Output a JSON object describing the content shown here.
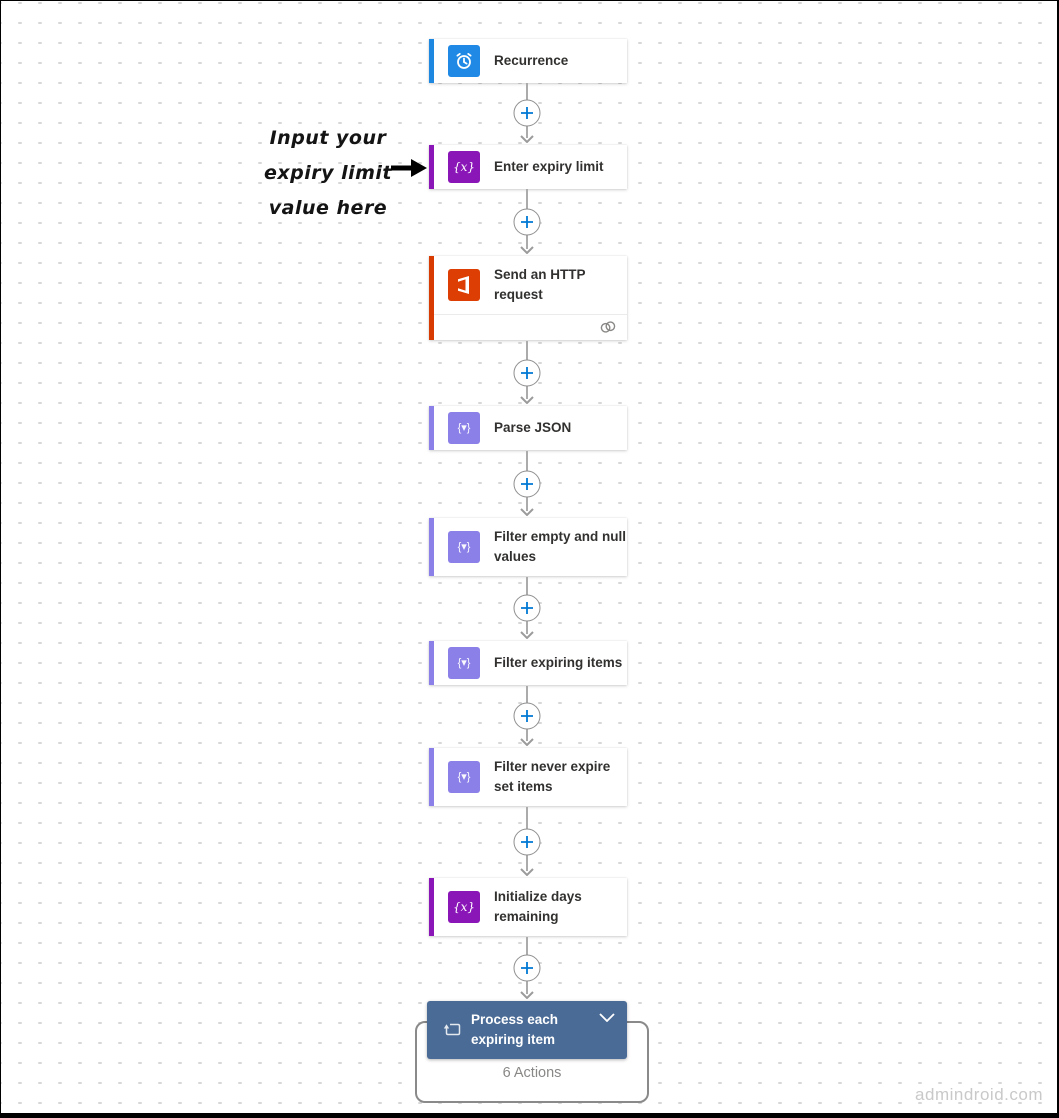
{
  "annotation": {
    "lines": [
      "Input your",
      "expiry limit",
      "value here"
    ],
    "arrow_icon": "thick-right-arrow"
  },
  "flow": {
    "steps": [
      {
        "title": "Recurrence",
        "icon": "recurrence-clock-icon",
        "accent_color": "#1E87DF"
      },
      {
        "title": "Enter expiry limit",
        "icon": "variable-icon",
        "glyph": "{x}",
        "accent_color": "#8A16B8"
      },
      {
        "title": "Send an HTTP request",
        "icon": "office-365-icon",
        "accent_color": "#D83B01",
        "footer_icon": "link-icon"
      },
      {
        "title": "Parse JSON",
        "icon": "data-operation-icon",
        "glyph": "{▾}",
        "accent_color": "#8B7FE8"
      },
      {
        "title": "Filter empty and null values",
        "icon": "data-operation-icon",
        "glyph": "{▾}",
        "accent_color": "#8B7FE8"
      },
      {
        "title": "Filter expiring items",
        "icon": "data-operation-icon",
        "glyph": "{▾}",
        "accent_color": "#8B7FE8"
      },
      {
        "title": "Filter never expire set items",
        "icon": "data-operation-icon",
        "glyph": "{▾}",
        "accent_color": "#8B7FE8"
      },
      {
        "title": "Initialize days remaining",
        "icon": "variable-icon",
        "glyph": "{x}",
        "accent_color": "#8A16B8"
      }
    ],
    "foreach": {
      "title": "Process each expiring item",
      "actions_label": "6 Actions",
      "icon": "loop-icon",
      "chevron_icon": "chevron-down-icon",
      "header_color": "#4A6B96"
    },
    "connector": {
      "plus_color": "#0078D4",
      "line_color": "#ABABAB",
      "arrow_color": "#9B9B9B"
    }
  },
  "colors": {
    "recurrence_blue": "#1E87DF",
    "variable_purple": "#8A16B8",
    "office_orange": "#D83B01",
    "data_operation_purple": "#8B7FE8",
    "foreach_header_blue": "#4A6B96",
    "title_text": "#323130",
    "grid_dash": "#D7D7D7"
  },
  "watermark": "admindroid.com"
}
